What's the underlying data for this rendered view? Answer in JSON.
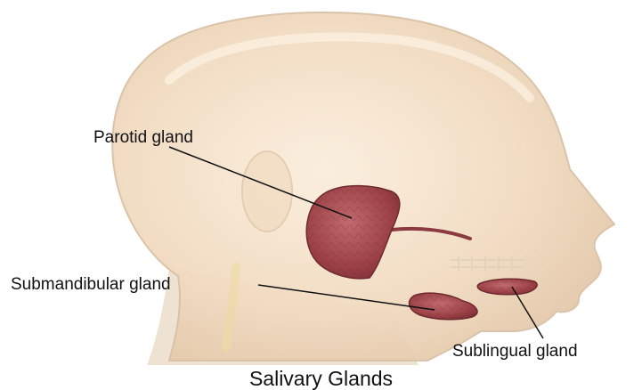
{
  "figure": {
    "title": "Salivary Glands",
    "labels": {
      "parotid": "Parotid gland",
      "submandibular": "Submandibular gland",
      "sublingual": "Sublingual gland"
    }
  },
  "colors": {
    "background": "#ffffff",
    "head_fill": "#f2dcc2",
    "head_outline": "#d9c1a5",
    "neck_shadow": "#e6d6bf",
    "gland_fill": "#9a3f45",
    "gland_highlight": "#c06a6e",
    "gland_outline": "#6e2a30",
    "leader_line": "#111111"
  }
}
